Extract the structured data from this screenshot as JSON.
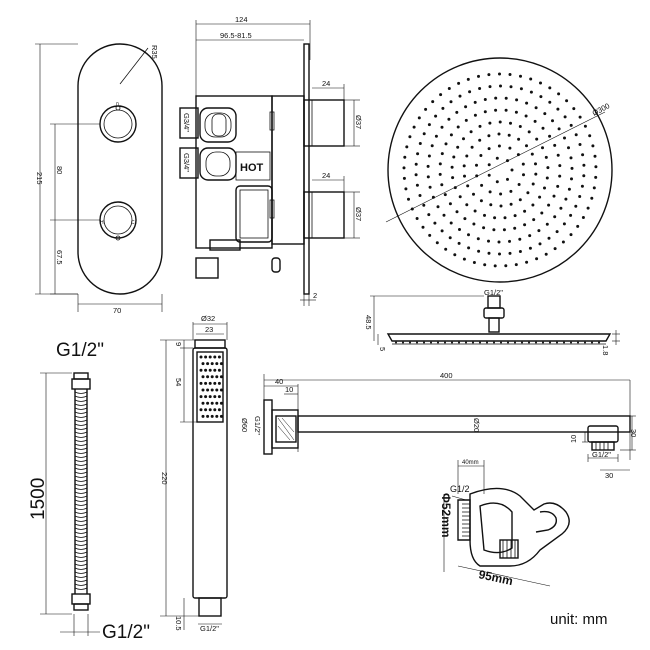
{
  "valve_front": {
    "width": "70",
    "height": "215",
    "radius": "R35",
    "upper_spacing": "80",
    "lower_spacing": "67.5",
    "knob_top_label": "0",
    "knob_bottom_label_left": "H",
    "knob_bottom_label_right": "C"
  },
  "valve_side": {
    "depth": "124",
    "adjust_range": "96.5-81.5",
    "outlet_top_width": "24",
    "outlet_top_dia": "Ø37",
    "outlet_bottom_width": "24",
    "outlet_bottom_dia": "Ø37",
    "inlet_top_thread": "G3/4\"",
    "inlet_bottom_thread": "G3/4\"",
    "hot_label": "HOT",
    "plate_thickness": "2"
  },
  "shower_head": {
    "diameter": "Ø300",
    "thread": "G1/2\"",
    "height": "48.5",
    "plate": "5",
    "edge": "1.8"
  },
  "hose": {
    "thread_top": "G1/2\"",
    "length": "1500",
    "thread_bottom": "G1/2\""
  },
  "handset": {
    "diameter": "Ø32",
    "width": "23",
    "top_cap": "9",
    "spray_len": "54",
    "length": "220",
    "bottom": "10.5",
    "thread": "G1/2\""
  },
  "arm": {
    "length": "400",
    "flange_offset": "40",
    "small_offset": "10",
    "tube_dia": "Ø20",
    "flange_dia": "Ø60",
    "thread": "G1/2\"",
    "end_drop": "10",
    "end_height": "30",
    "end_width": "30",
    "end_thread": "G1/2\""
  },
  "wall_outlet": {
    "top_dim": "40mm",
    "thread": "G1/2",
    "diameter": "Φ52mm",
    "length": "95mm"
  },
  "unit_label": "unit: mm"
}
